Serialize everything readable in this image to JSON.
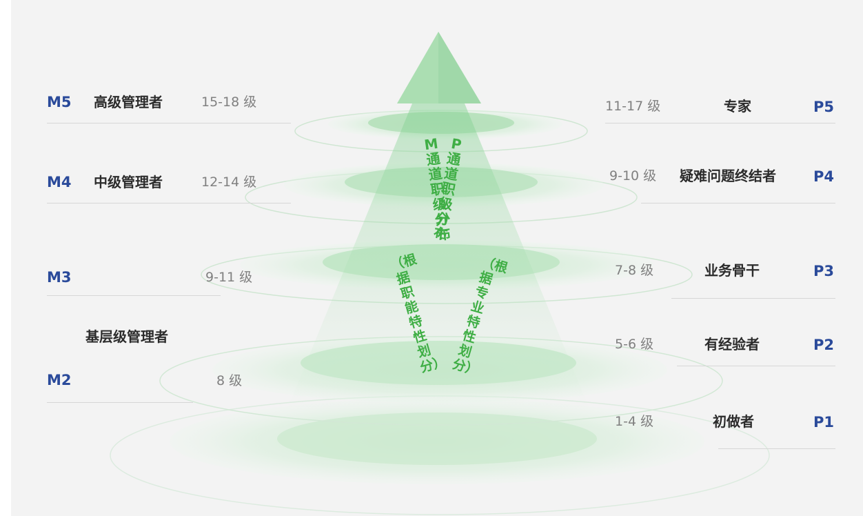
{
  "left": [
    {
      "code": "M5",
      "title": "高级管理者",
      "level": "15-18 级"
    },
    {
      "code": "M4",
      "title": "中级管理者",
      "level": "12-14 级"
    },
    {
      "code": "M3",
      "title": "",
      "level": "9-11 级"
    },
    {
      "code": "M2",
      "title": "",
      "level": "8 级"
    }
  ],
  "left_group_title": "基层级管理者",
  "right": [
    {
      "code": "P5",
      "title": "专家",
      "level": "11-17 级"
    },
    {
      "code": "P4",
      "title": "疑难问题终结者",
      "level": "9-10 级"
    },
    {
      "code": "P3",
      "title": "业务骨干",
      "level": "7-8 级"
    },
    {
      "code": "P2",
      "title": "有经验者",
      "level": "5-6 级"
    },
    {
      "code": "P1",
      "title": "初做者",
      "level": "1-4 级"
    }
  ],
  "channels": {
    "m_title": "M通道职级分布",
    "m_note": "（根据职能特性划分）",
    "p_title": "P通道职级分布",
    "p_note": "（根据专业特性划分）"
  },
  "colors": {
    "accent_green": "#3fae45",
    "code_blue": "#2a4a9a",
    "title_dark": "#2b2b2b",
    "level_gray": "#808080",
    "background": "#f3f3f3"
  }
}
